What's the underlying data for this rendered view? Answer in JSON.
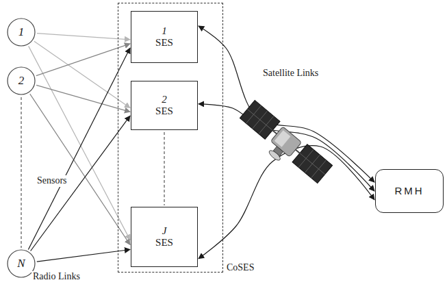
{
  "diagram": {
    "nodes": [
      {
        "text": [
          "1"
        ]
      },
      {
        "text": [
          "2"
        ]
      },
      {
        "text": [
          "N"
        ]
      },
      {
        "text": [
          "CoSES"
        ]
      },
      {
        "text": [
          "1",
          "SES"
        ],
        "in": 3
      },
      {
        "text": [
          "2",
          "SES"
        ],
        "in": 3
      },
      {
        "text": [
          "J",
          "SES"
        ],
        "in": 3
      },
      {
        "text": [
          "RMH"
        ]
      }
    ],
    "edges": [
      {
        "from": 0,
        "to": 4,
        "arrow": "to"
      },
      {
        "from": 0,
        "to": 5,
        "arrow": "to"
      },
      {
        "from": 0,
        "to": 6,
        "arrow": "to"
      },
      {
        "from": 1,
        "to": 4,
        "arrow": "to"
      },
      {
        "from": 1,
        "to": 5,
        "arrow": "to"
      },
      {
        "from": 1,
        "to": 6,
        "arrow": "to"
      },
      {
        "from": 2,
        "to": 4,
        "arrow": "to"
      },
      {
        "from": 2,
        "to": 5,
        "arrow": "to"
      },
      {
        "from": 2,
        "to": 6,
        "arrow": "to"
      },
      {
        "from": 4,
        "to": 7,
        "arrow": "both"
      },
      {
        "from": 5,
        "to": 7,
        "arrow": "both"
      },
      {
        "from": 6,
        "to": 7,
        "arrow": "both"
      }
    ],
    "labels": [
      "Sensors",
      "Radio Links",
      "Satellite Links"
    ]
  }
}
